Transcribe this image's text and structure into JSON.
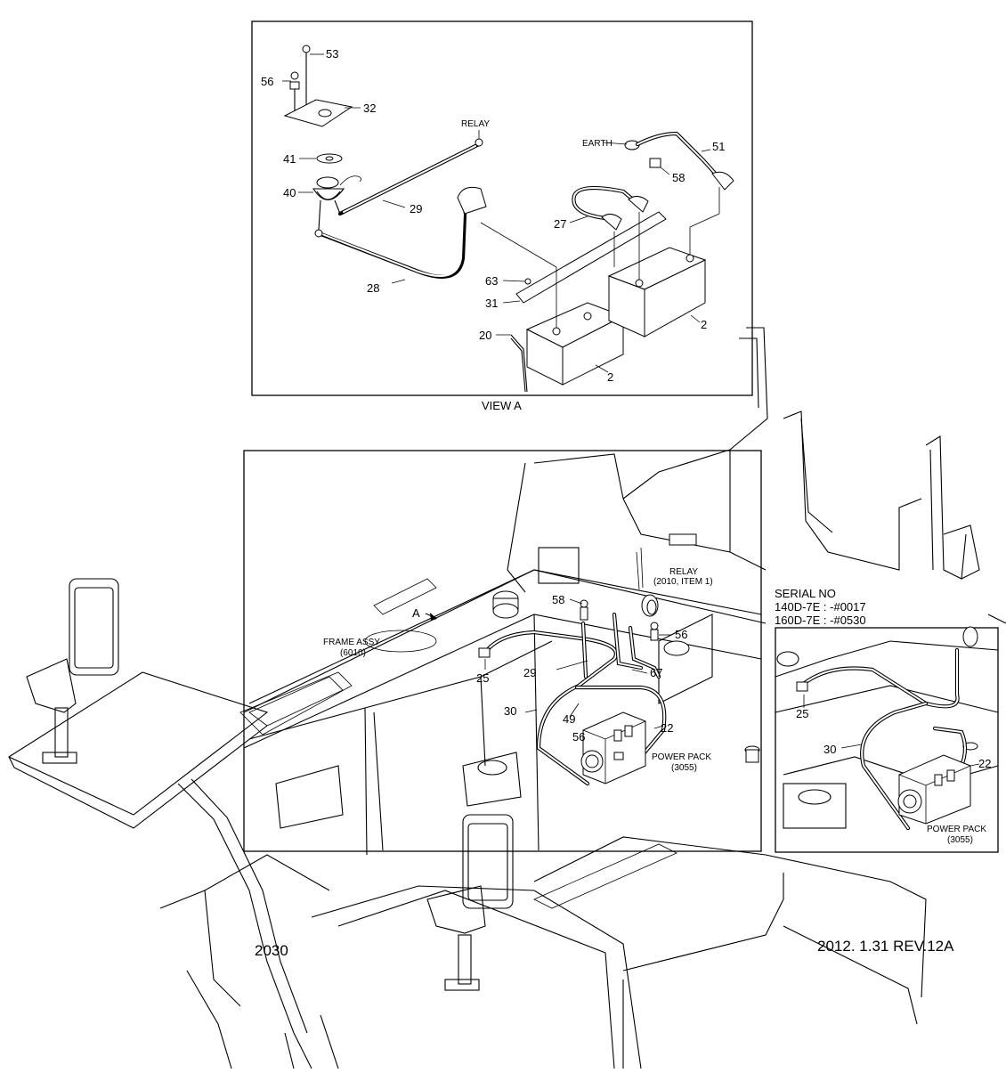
{
  "drawing": {
    "page_code": "2030",
    "revision": "2012. 1.31  REV.12A",
    "view_label": "VIEW A",
    "view_marker": "A"
  },
  "callouts": {
    "view_a": {
      "p53": "53",
      "p56": "56",
      "p32": "32",
      "p41": "41",
      "p40": "40",
      "p29": "29",
      "p28": "28",
      "relay": "RELAY",
      "earth": "EARTH",
      "p51": "51",
      "p58": "58",
      "p27": "27",
      "p63": "63",
      "p31": "31",
      "p20": "20",
      "p2a": "2",
      "p2b": "2"
    },
    "main": {
      "frame_assy": "FRAME ASSY",
      "frame_assy_ref": "(6010)",
      "relay": "RELAY",
      "relay_ref": "(2010, ITEM 1)",
      "p58": "58",
      "p56a": "56",
      "p25": "25",
      "p29": "29",
      "p67": "67",
      "p30": "30",
      "p49": "49",
      "p56b": "56",
      "p22": "22",
      "power_pack": "POWER PACK",
      "power_pack_ref": "(3055)"
    },
    "serial_detail": {
      "serial_no": "SERIAL NO",
      "serial_140": "140D-7E : -#0017",
      "serial_160": "160D-7E : -#0530",
      "p25": "25",
      "p30": "30",
      "p22": "22",
      "power_pack": "POWER PACK",
      "power_pack_ref": "(3055)"
    }
  }
}
